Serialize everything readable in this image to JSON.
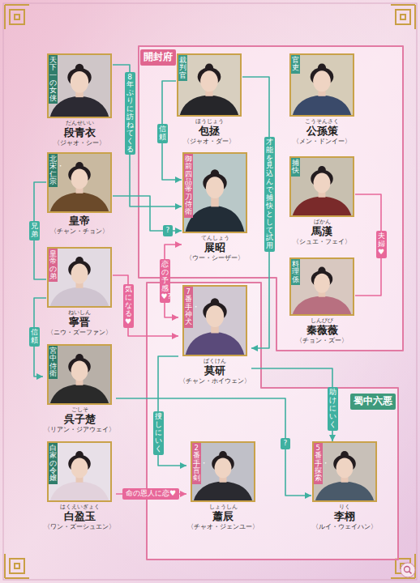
{
  "diagram": {
    "nodes": [
      {
        "text": [
          "天下一の女侠",
          "だんせいい",
          "段青衣",
          "〈ジャオ・シー〉"
        ]
      },
      {
        "text": [
          "開封府"
        ]
      },
      {
        "text": [
          "裁判官",
          "ほうじょう",
          "包拯",
          "〈ジャオ・ダー〉"
        ],
        "in": 1
      },
      {
        "text": [
          "官吏",
          "こうそんさく",
          "公孫策",
          "〈メン・ドンイー〉"
        ],
        "in": 1
      },
      {
        "text": [
          "北宋・仁宗",
          "皇帝",
          "〈チャン・チョン〉"
        ]
      },
      {
        "text": [
          "御前四品帯刀侍衛",
          "てんしょう",
          "展昭",
          "〈ウー・シーザー〉"
        ],
        "in": 1
      },
      {
        "text": [
          "捕快",
          "ばかん",
          "馬漢",
          "〈シュエ・フェイ〉"
        ],
        "in": 1
      },
      {
        "text": [
          "皇帝の弟",
          "ねいしん",
          "寧晋",
          "〈ニウ・ズーファン〉"
        ]
      },
      {
        "text": [
          "料理係",
          "しんびび",
          "秦薇薇",
          "〈チョン・ズー〉"
        ],
        "in": 1
      },
      {
        "text": [
          "蜀中六悪"
        ]
      },
      {
        "text": [
          "7番手・神犬",
          "ばくけん",
          "莫研",
          "〈チャン・ホイウェン〉"
        ],
        "in": 9
      },
      {
        "text": [
          "宮中侍衛",
          "ごしそ",
          "呉子楚",
          "〈リアン・ジアウェイ〉"
        ]
      },
      {
        "text": [
          "白家の令嬢",
          "はくえいぎょく",
          "白盈玉",
          "〈ワン・ズーシュエン〉"
        ]
      },
      {
        "text": [
          "2番手・盲剣",
          "しょうしん",
          "蕭辰",
          "〈チャオ・ジェンユー〉"
        ],
        "in": 9
      },
      {
        "text": [
          "5番手・探索",
          "りく",
          "李栩",
          "〈ルイ・ウェイハン〉"
        ],
        "in": 9
      }
    ],
    "edges": [
      {
        "from": 0,
        "to": 5,
        "label": "8年ぶりに訪ねてくる",
        "arrow": "to"
      },
      {
        "from": 2,
        "to": 5,
        "label": "信頼",
        "arrow": "to"
      },
      {
        "from": 2,
        "to": 10,
        "label": "才能を見込んで捕快として試用",
        "arrow": "to"
      },
      {
        "from": 6,
        "to": 8,
        "label": "夫婦♥",
        "arrow": "none"
      },
      {
        "from": 4,
        "to": 7,
        "label": "兄弟",
        "arrow": "none"
      },
      {
        "from": 7,
        "to": 11,
        "label": "信頼",
        "arrow": "to"
      },
      {
        "from": 4,
        "to": 5,
        "label": "?",
        "arrow": "to"
      },
      {
        "from": 7,
        "to": 10,
        "label": "気になる♥",
        "arrow": "to"
      },
      {
        "from": 5,
        "to": 10,
        "label": "恋の予感♥?",
        "arrow": "both"
      },
      {
        "from": 10,
        "to": 14,
        "label": "助けにいく",
        "arrow": "to"
      },
      {
        "from": 10,
        "to": 13,
        "label": "捜しにいく",
        "arrow": "to"
      },
      {
        "from": 11,
        "to": 14,
        "label": "?",
        "arrow": "to"
      },
      {
        "from": 12,
        "to": 13,
        "label": "命の恩人に恋♥",
        "arrow": "to"
      }
    ]
  }
}
